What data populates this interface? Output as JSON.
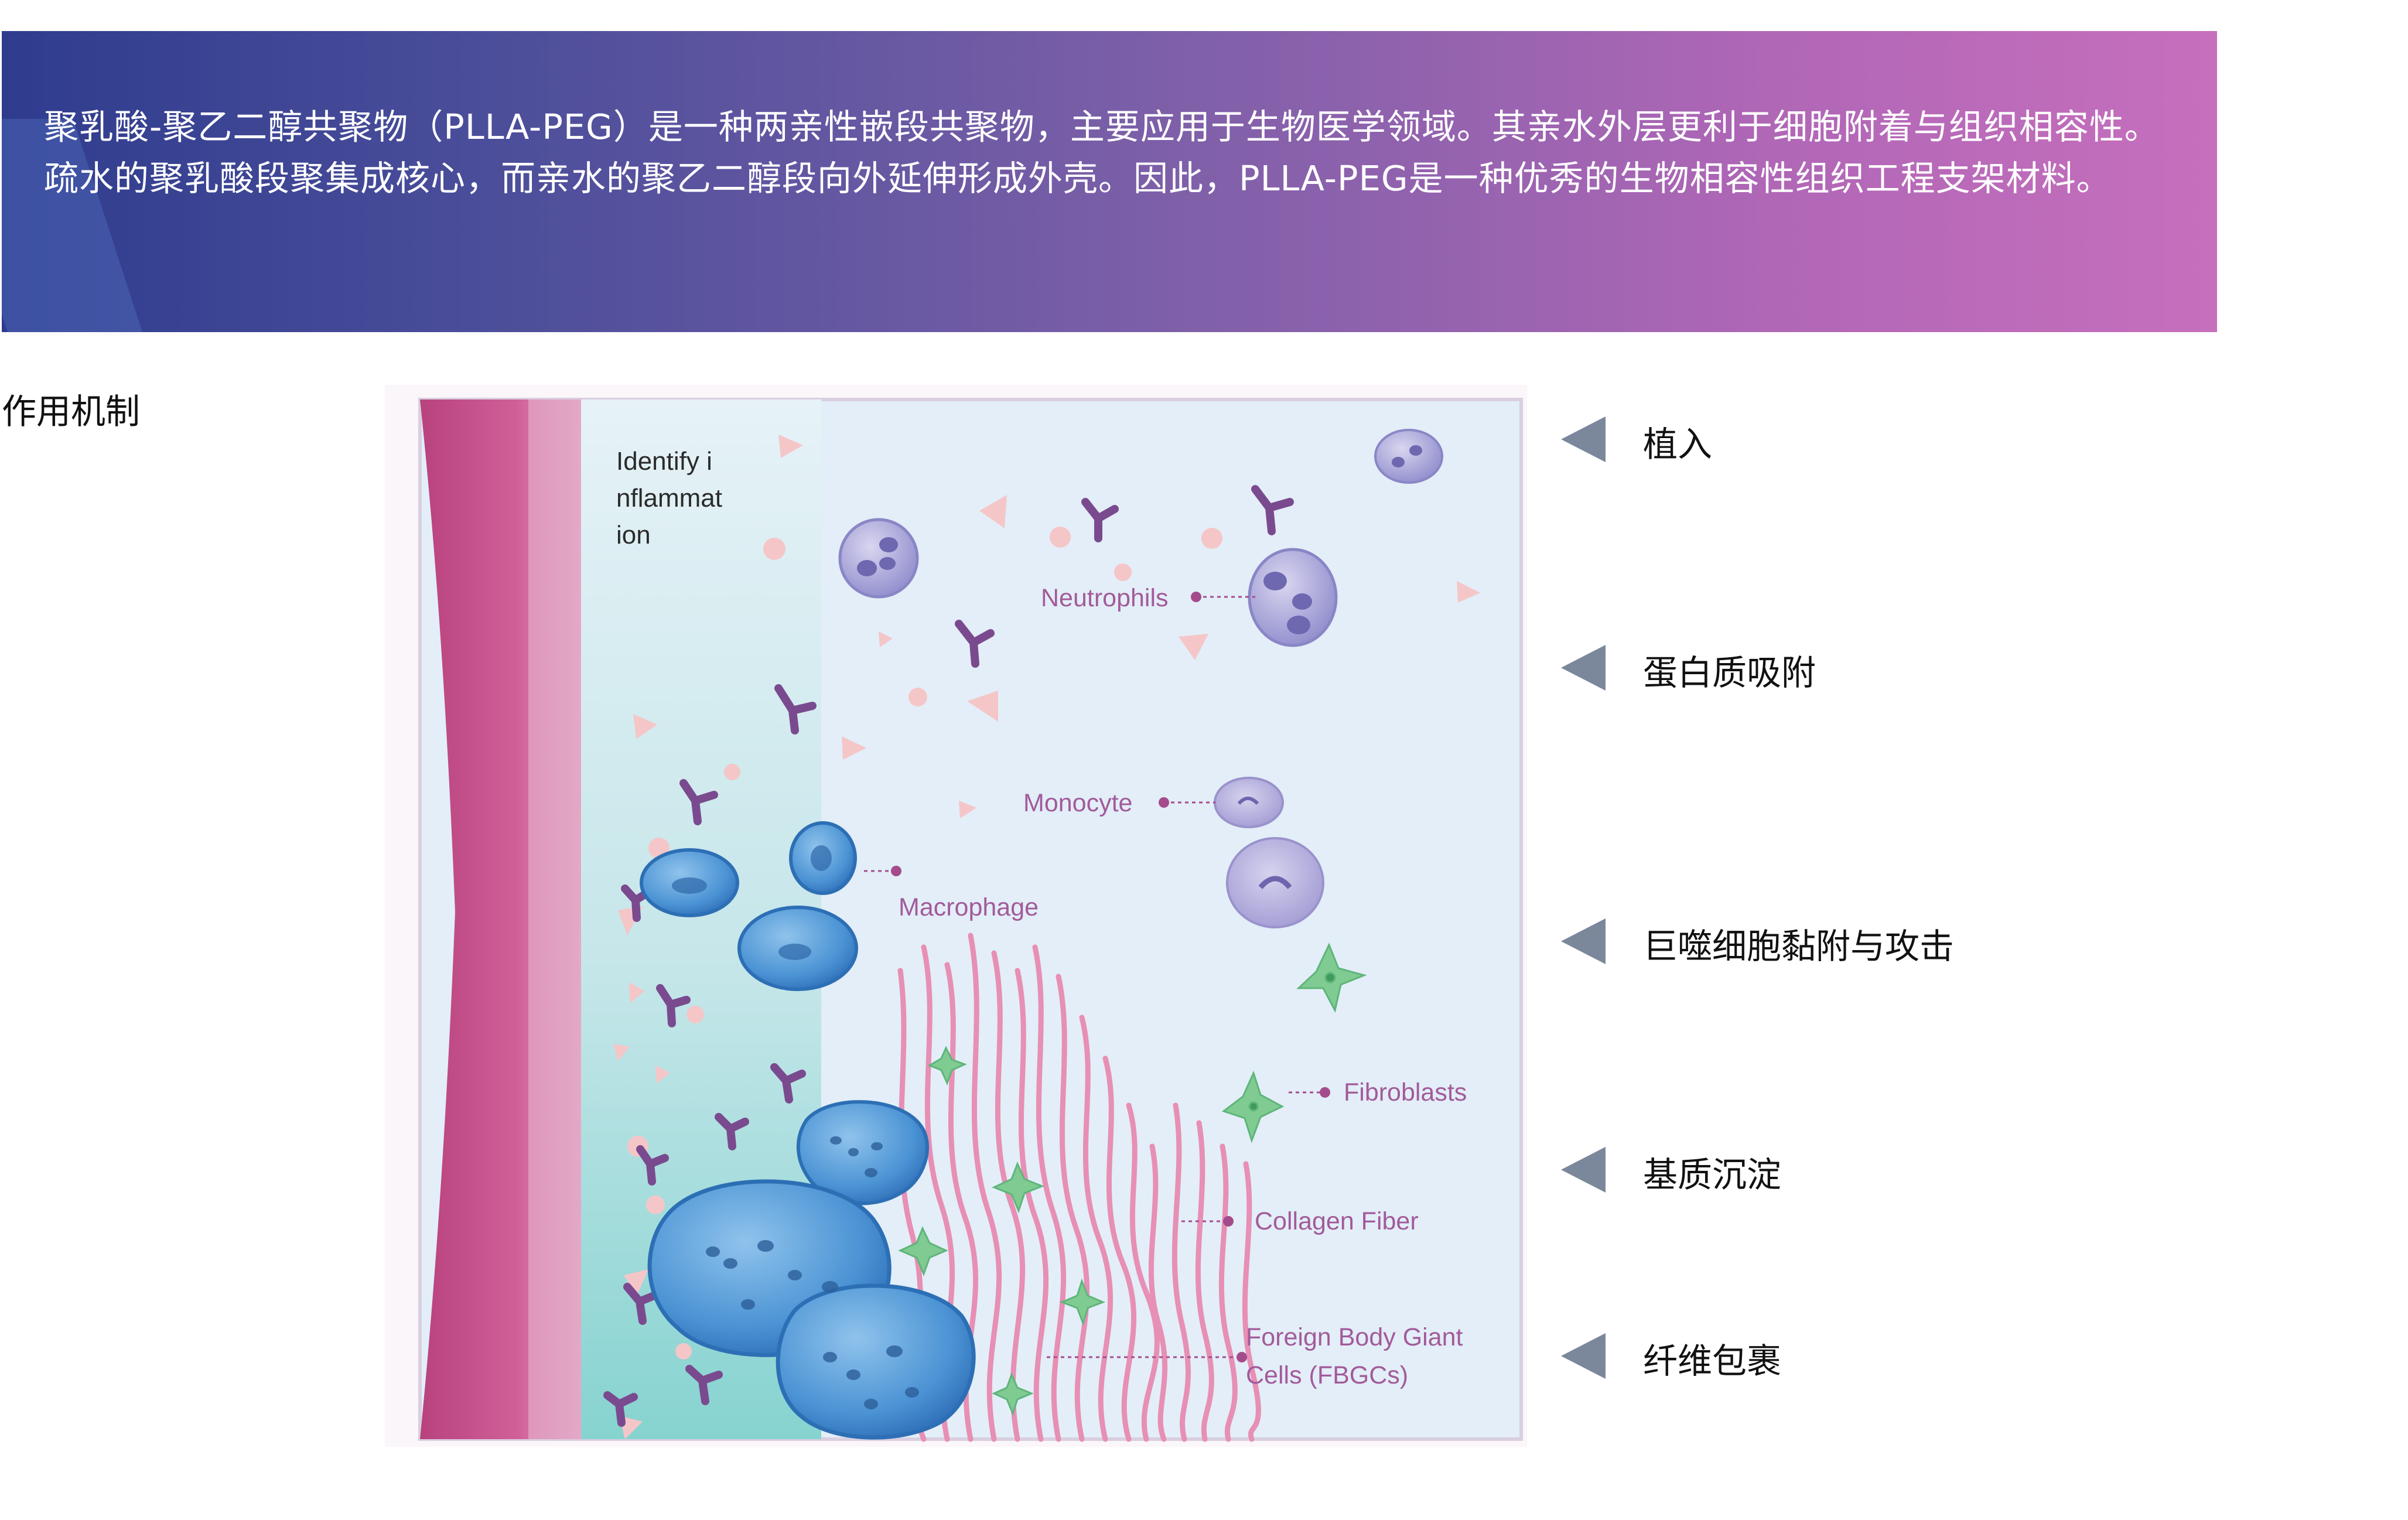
{
  "banner": {
    "text": "聚乳酸-聚乙二醇共聚物（PLLA-PEG）是一种两亲性嵌段共聚物，主要应用于生物医学领域。其亲水外层更利于细胞附着与组织相容性。疏水的聚乳酸段聚集成核心，而亲水的聚乙二醇段向外延伸形成外壳。因此，PLLA-PEG是一种优秀的生物相容性组织工程支架材料。"
  },
  "section_label": "作用机制",
  "figure": {
    "title_lines": [
      "Identify i",
      "nflammat",
      "ion"
    ],
    "labels": {
      "neutrophils": "Neutrophils",
      "monocyte": "Monocyte",
      "macrophage": "Macrophage",
      "fibroblasts": "Fibroblasts",
      "collagen": "Collagen Fiber",
      "fbgc_line1": "Foreign Body Giant",
      "fbgc_line2": "Cells (FBGCs)"
    }
  },
  "steps": [
    {
      "label": "植入"
    },
    {
      "label": "蛋白质吸附"
    },
    {
      "label": "巨噬细胞黏附与攻击"
    },
    {
      "label": "基质沉淀"
    },
    {
      "label": "纤维包裹"
    }
  ]
}
